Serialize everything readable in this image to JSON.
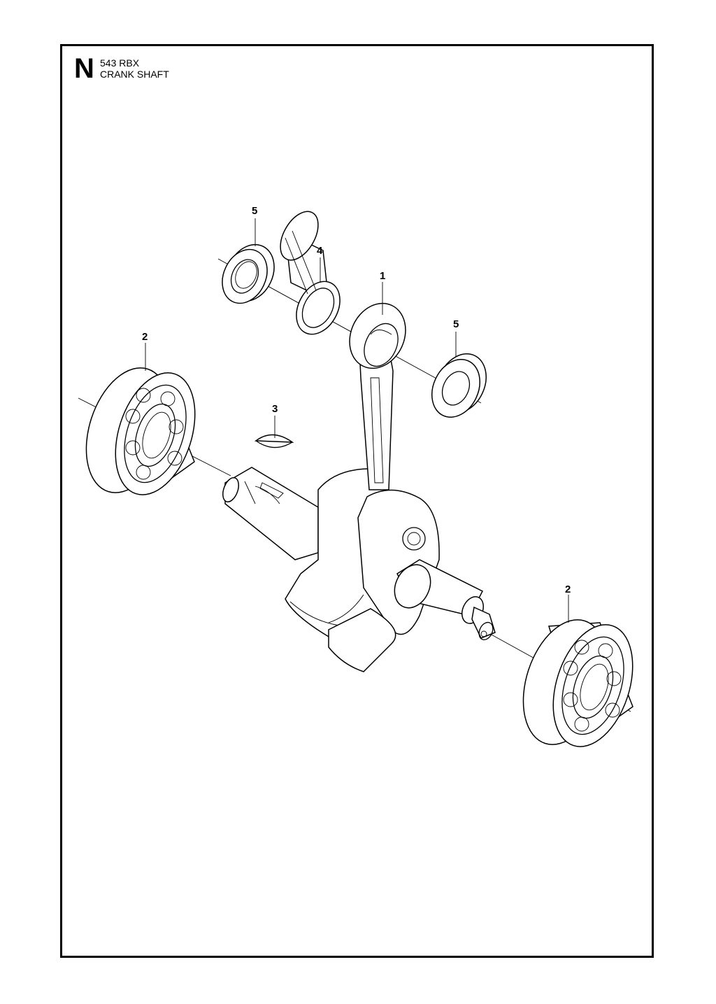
{
  "header": {
    "section_letter": "N",
    "model": "543 RBX",
    "title": "CRANK SHAFT"
  },
  "callouts": [
    {
      "id": "callout-5-top",
      "label": "5"
    },
    {
      "id": "callout-4",
      "label": "4"
    },
    {
      "id": "callout-1",
      "label": "1"
    },
    {
      "id": "callout-5-right",
      "label": "5"
    },
    {
      "id": "callout-2-left",
      "label": "2"
    },
    {
      "id": "callout-3",
      "label": "3"
    },
    {
      "id": "callout-2-right",
      "label": "2"
    }
  ]
}
